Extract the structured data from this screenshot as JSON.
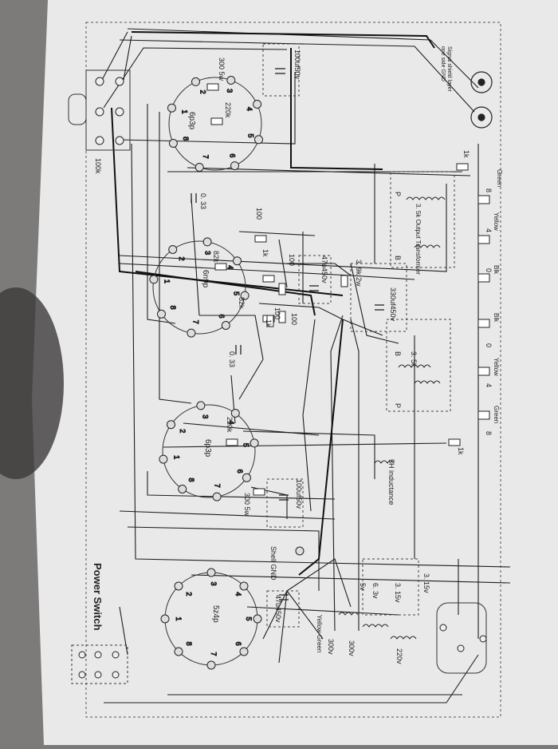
{
  "labels": {
    "power_switch": "Power Switch",
    "signal_shield": "Signal shield layer",
    "one_side_gnd": "one side GND",
    "pot_100k": "100k",
    "cap_100uf_top": "100uf50v",
    "cap_100uf_bot": "100uf50v",
    "cap_47uf_mid": "47u450v",
    "cap_47uf_bot": "47u450v",
    "cap_330uf": "330uf450v",
    "res_300_top": "300 5w",
    "res_300_bot": "300 5w",
    "res_220k_top": "220k",
    "res_220k_bot": "220k",
    "res_82k_a": "82k",
    "res_82k_b": "82k",
    "res_1k_a": "1k",
    "res_1k_b": "1k",
    "res_1k_c": "1k",
    "res_1k_d": "1k",
    "res_100_a": "100",
    "res_100_b": "100",
    "res_100_c": "100",
    "res_100_d": "100",
    "res_39k": "3. 9k 2w",
    "cap_033_top": "0. 33",
    "cap_033_bot": "0. 33",
    "tube_top": "6p3p",
    "tube_mid": "6n9p",
    "tube_bot": "6p3p",
    "tube_rect": "5z4p",
    "transformer_top": "3. 5k Output Transformer",
    "transformer_bot": "3. 5k",
    "inductance": "5H inductance",
    "shell_gnd": "Shell GND",
    "green": "Green",
    "yellow": "Yellow",
    "blk": "Blk",
    "num_8": "8",
    "num_4": "4",
    "num_0": "0",
    "v315_a": "3. 15v",
    "v315_b": "3. 15v",
    "v5": "5v",
    "v63": "6. 3v",
    "v220": "220v",
    "v300a": "300v",
    "v300b": "300v",
    "yellow_green": "Yellow Green",
    "P": "P",
    "B": "B"
  },
  "pins": {
    "top": [
      "1",
      "2",
      "3",
      "4",
      "5",
      "6",
      "7",
      "8"
    ],
    "mid": [
      "1",
      "2",
      "3",
      "4",
      "5",
      "6",
      "7",
      "8"
    ],
    "bot": [
      "1",
      "2",
      "3",
      "4",
      "5",
      "6",
      "7",
      "8"
    ],
    "rect": [
      "1",
      "2",
      "3",
      "4",
      "5",
      "6",
      "7",
      "8"
    ]
  }
}
